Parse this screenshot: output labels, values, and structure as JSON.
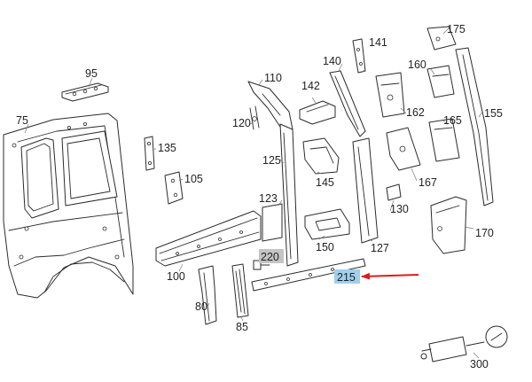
{
  "parts": {
    "p75": {
      "label": "75"
    },
    "p80": {
      "label": "80"
    },
    "p85": {
      "label": "85"
    },
    "p95": {
      "label": "95"
    },
    "p100": {
      "label": "100"
    },
    "p105": {
      "label": "105"
    },
    "p110": {
      "label": "110"
    },
    "p120": {
      "label": "120"
    },
    "p123": {
      "label": "123"
    },
    "p125": {
      "label": "125"
    },
    "p127": {
      "label": "127"
    },
    "p130": {
      "label": "130"
    },
    "p135": {
      "label": "135"
    },
    "p140": {
      "label": "140"
    },
    "p141": {
      "label": "141"
    },
    "p142": {
      "label": "142"
    },
    "p145": {
      "label": "145"
    },
    "p150": {
      "label": "150"
    },
    "p155": {
      "label": "155"
    },
    "p160": {
      "label": "160"
    },
    "p162": {
      "label": "162"
    },
    "p165": {
      "label": "165"
    },
    "p167": {
      "label": "167"
    },
    "p170": {
      "label": "170"
    },
    "p175": {
      "label": "175"
    },
    "p215": {
      "label": "215"
    },
    "p220": {
      "label": "220"
    },
    "p300": {
      "label": "300"
    }
  },
  "highlights": {
    "selected_color": "#9fd0ec",
    "secondary_color": "#c4c4c4",
    "arrow_color": "#e01b1b"
  }
}
